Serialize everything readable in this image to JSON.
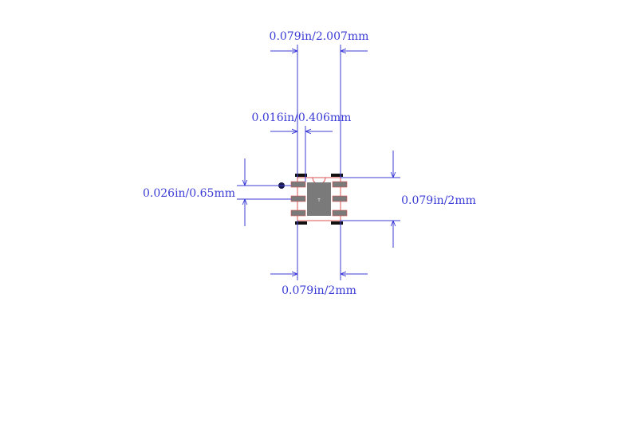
{
  "colors": {
    "dimension": "#3b3bd6",
    "outline": "#d9534f",
    "body": "#7a7a7a",
    "pad_dark": "#111111",
    "pin_mark": "#1a1a4a",
    "background": "#ffffff"
  },
  "dimensions": {
    "top_width": "0.079in/2.007mm",
    "pad_width": "0.016in/0.406mm",
    "pitch": "0.026in/0.65mm",
    "height": "0.079in/2mm",
    "bottom_width": "0.079in/2mm"
  },
  "package": {
    "pin_count": 6,
    "center_label": "T"
  }
}
